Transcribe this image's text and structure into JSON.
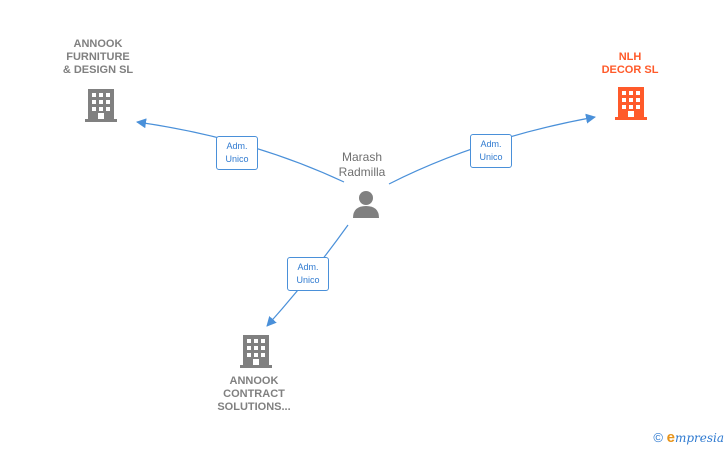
{
  "nodes": {
    "annook_furniture": {
      "label": "ANNOOK\nFURNITURE\n& DESIGN  SL",
      "icon": "building-icon",
      "color": "#808080"
    },
    "nlh_decor": {
      "label": "NLH\nDECOR  SL",
      "icon": "building-icon",
      "color": "#ff5a2a"
    },
    "annook_contract": {
      "label": "ANNOOK\nCONTRACT\nSOLUTIONS...",
      "icon": "building-icon",
      "color": "#808080"
    },
    "person": {
      "label": "Marash\nRadmilla",
      "icon": "person-icon",
      "color": "#808080"
    }
  },
  "edges": [
    {
      "from": "person",
      "to": "annook_furniture",
      "label": "Adm.\nUnico"
    },
    {
      "from": "person",
      "to": "nlh_decor",
      "label": "Adm.\nUnico"
    },
    {
      "from": "person",
      "to": "annook_contract",
      "label": "Adm.\nUnico"
    }
  ],
  "footer": {
    "copyright": "©",
    "brand_initial": "e",
    "brand_rest": "mpresia"
  },
  "colors": {
    "edge": "#4a90d9",
    "accent": "#ff5a2a",
    "neutral": "#808080"
  }
}
